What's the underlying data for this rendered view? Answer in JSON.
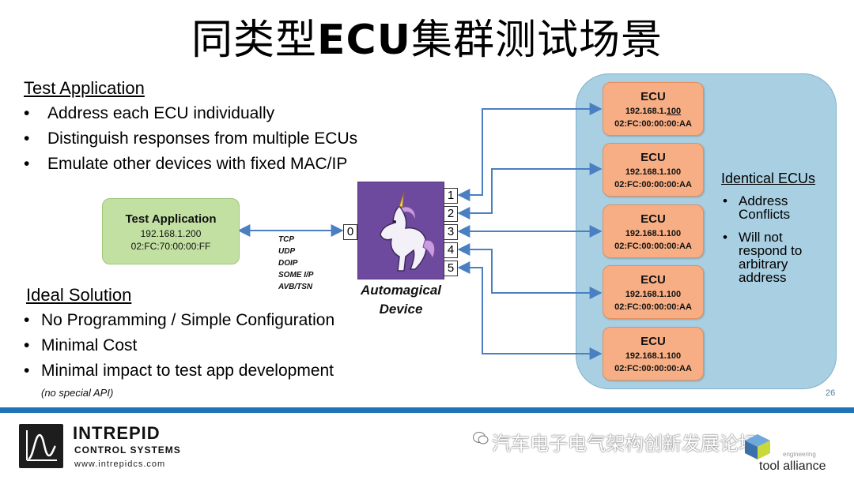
{
  "title": {
    "prefix": "同类型",
    "bold": "ECU",
    "suffix": "集群测试场景"
  },
  "test_application": {
    "heading": "Test Application",
    "bullets": [
      "Address each ECU individually",
      "Distinguish responses from multiple ECUs",
      "Emulate other devices with fixed MAC/IP"
    ]
  },
  "ideal_solution": {
    "heading": "Ideal Solution",
    "bullets": [
      "No Programming / Simple Configuration",
      "Minimal Cost",
      "Minimal impact to test app development"
    ],
    "note": "(no special API)"
  },
  "test_app_box": {
    "name": "Test Application",
    "ip": "192.168.1.200",
    "mac": "02:FC:70:00:00:FF"
  },
  "protocols": [
    "TCP",
    "UDP",
    "DOIP",
    "SOME I/P",
    "AVB/TSN"
  ],
  "device": {
    "label_line1": "Automagical",
    "label_line2": "Device",
    "ports": [
      "0",
      "1",
      "2",
      "3",
      "4",
      "5"
    ]
  },
  "ecus": [
    {
      "name": "ECU",
      "ip_prefix": "192.168.1.",
      "ip_suffix": "100",
      "mac": "02:FC:00:00:00:AA"
    },
    {
      "name": "ECU",
      "ip_prefix": "192.168.1.",
      "ip_suffix": "100",
      "mac": "02:FC:00:00:00:AA"
    },
    {
      "name": "ECU",
      "ip_prefix": "192.168.1.",
      "ip_suffix": "100",
      "mac": "02:FC:00:00:00:AA"
    },
    {
      "name": "ECU",
      "ip_prefix": "192.168.1.",
      "ip_suffix": "100",
      "mac": "02:FC:00:00:00:AA"
    },
    {
      "name": "ECU",
      "ip_prefix": "192.168.1.",
      "ip_suffix": "100",
      "mac": "02:FC:00:00:00:AA"
    }
  ],
  "identical_ecus": {
    "title": "Identical ECUs",
    "bullets": [
      "Address Conflicts",
      "Will not respond to arbitrary address"
    ]
  },
  "page_number": "26",
  "footer": {
    "company": "INTREPID",
    "company_sub": "CONTROL SYSTEMS",
    "url": "www.intrepidcs.com",
    "watermark": "汽车电子电气架构创新发展论坛",
    "tool_alliance": "tool alliance",
    "tool_sub": "engineering"
  },
  "colors": {
    "arrow": "#4a7fc1",
    "ecu_fill": "#f7ae84",
    "panel": "#a9cfe2",
    "test_app_fill": "#c3e0a3",
    "device_fill": "#6e4a9e",
    "footer_bar": "#1f74b8"
  }
}
